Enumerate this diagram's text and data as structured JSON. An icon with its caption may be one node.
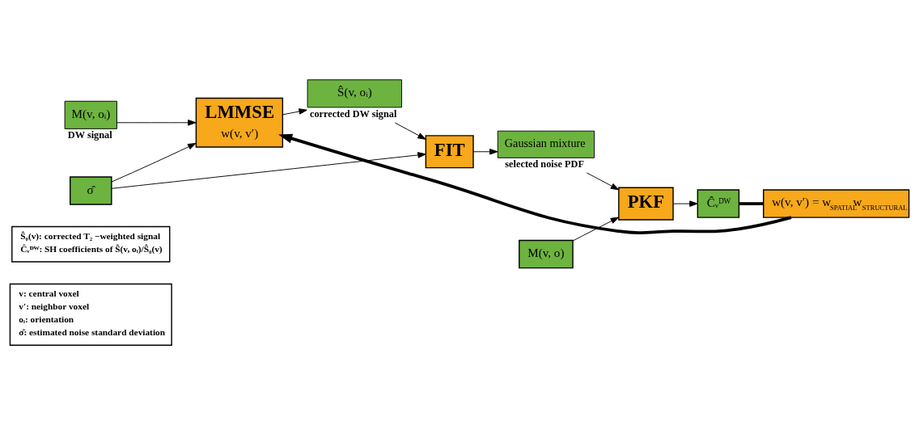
{
  "diagram": {
    "nodes": [
      {
        "text": [
          "v: central voxel",
          "v′: neighbor voxel",
          "oᵢ: orientation",
          "σ̂: estimated noise standard deviation"
        ]
      },
      {
        "text": [
          "Ŝ₀(v): corrected T₂ −weighted signal",
          "Ĉᵥᴰᵂ: SH coefficients of Ŝ(v, oᵢ)/Ŝ₀(v)"
        ]
      },
      {
        "text": [
          "σ̂"
        ]
      },
      {
        "text": [
          "M(v, oᵢ)"
        ],
        "beside": [
          "DW signal"
        ]
      },
      {
        "text": [
          "LMMSE",
          "w(v, v′)"
        ]
      },
      {
        "text": [
          "Ŝ(v, oᵢ)"
        ],
        "beside": [
          "corrected DW signal"
        ]
      },
      {
        "text": [
          "FIT"
        ]
      },
      {
        "text": [
          "Gaussian mixture"
        ],
        "beside": [
          "selected noise PDF"
        ]
      },
      {
        "text": [
          "M(v, o)"
        ]
      },
      {
        "text": [
          "PKF"
        ]
      },
      {
        "text": [
          "Ĉᵥᴰᵂ"
        ]
      },
      {
        "text": [
          "w(v, v′) = w$_{SPATIAL}$w$_{STRUCTURAL}$"
        ]
      }
    ],
    "edges": [
      {
        "from": 2,
        "to": 4,
        "arrow": "to"
      },
      {
        "from": 2,
        "to": 6,
        "arrow": "to"
      },
      {
        "from": 3,
        "to": 4,
        "arrow": "to"
      },
      {
        "from": 4,
        "to": 5,
        "arrow": "to"
      },
      {
        "from": 5,
        "to": 6,
        "arrow": "to"
      },
      {
        "from": 6,
        "to": 7,
        "arrow": "to"
      },
      {
        "from": 7,
        "to": 9,
        "arrow": "to"
      },
      {
        "from": 8,
        "to": 9,
        "arrow": "to"
      },
      {
        "from": 9,
        "to": 10,
        "arrow": "to"
      },
      {
        "from": 10,
        "to": 11,
        "arrow": "none",
        "style": "thick"
      },
      {
        "from": 11,
        "to": 4,
        "arrow": "to",
        "style": "thick"
      }
    ]
  }
}
